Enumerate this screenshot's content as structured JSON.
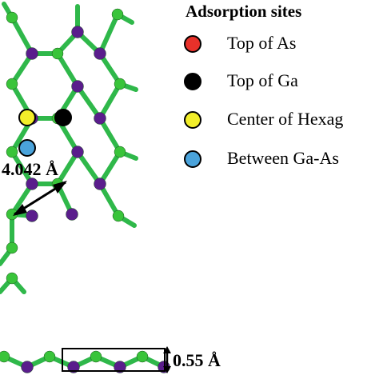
{
  "legend": {
    "title": "Adsorption sites",
    "items": [
      {
        "label": "Top of As",
        "color": "#e8312a"
      },
      {
        "label": "Top of Ga",
        "color": "#000000"
      },
      {
        "label": "Center of Hexag",
        "color": "#f2ee2a"
      },
      {
        "label": "Between Ga-As",
        "color": "#4aa3db"
      }
    ]
  },
  "annotations": {
    "lattice_constant": "4.042 Å",
    "buckling_height": "0.55 Å"
  },
  "colors": {
    "ga_atom": "#39c43a",
    "as_atom": "#5a1d8c",
    "bond": "#2fb84a",
    "bond_alt": "#6a2a9e"
  }
}
